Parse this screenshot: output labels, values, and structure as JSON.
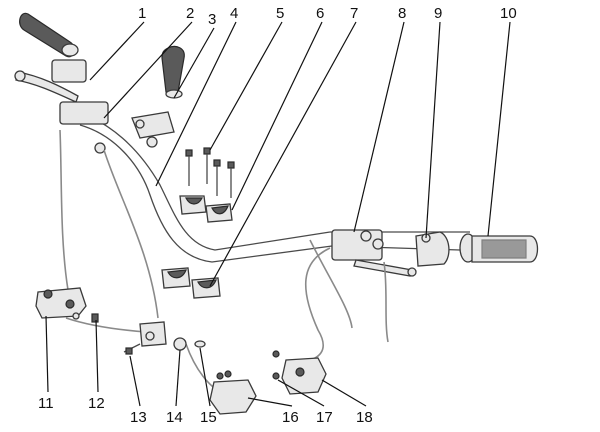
{
  "colors": {
    "outline": "#3a3a3a",
    "fill": "#e8e8e8",
    "grip": "#5a5a5a",
    "cable": "#8a8a8a",
    "label": "#111111"
  },
  "callouts": {
    "c1": "1",
    "c2": "2",
    "c3": "3",
    "c4": "4",
    "c5": "5",
    "c6": "6",
    "c7": "7",
    "c8": "8",
    "c9": "9",
    "c10": "10",
    "c11": "11",
    "c12": "12",
    "c13": "13",
    "c14": "14",
    "c15": "15",
    "c16": "16",
    "c17": "17",
    "c18": "18"
  }
}
